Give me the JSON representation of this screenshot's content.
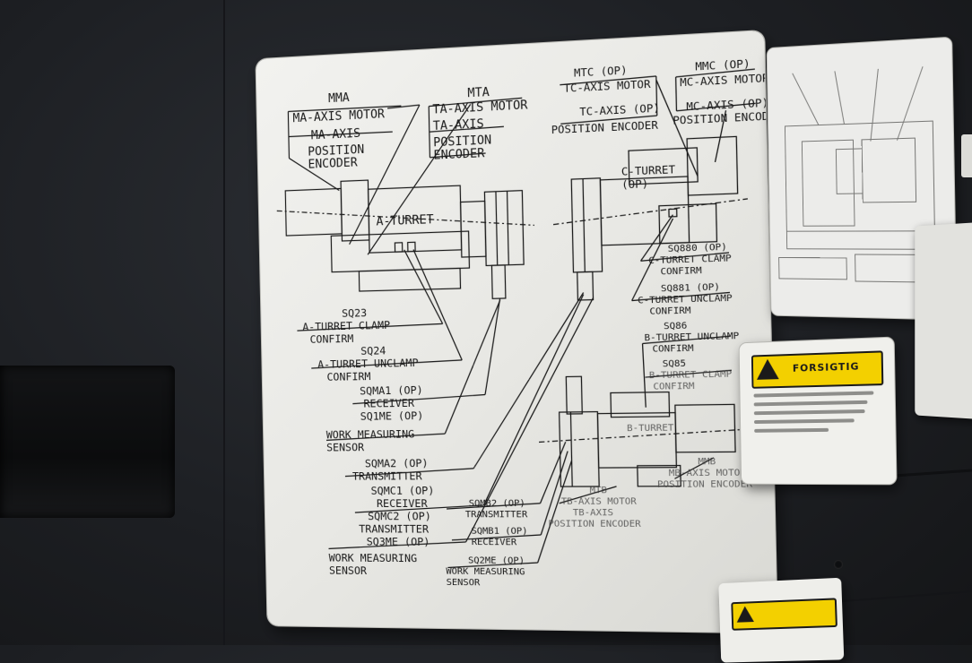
{
  "main_label": {
    "mma": "MMA",
    "ma_axis_motor": "MA-AXIS MOTOR",
    "ma_axis": "MA-AXIS",
    "ma_position": "POSITION",
    "ma_encoder": "ENCODER",
    "mta": "MTA",
    "ta_axis_motor": "TA-AXIS MOTOR",
    "ta_axis": "TA-AXIS",
    "ta_position": "POSITION",
    "ta_encoder": "ENCODER",
    "mtc": "MTC (OP)",
    "tc_axis_motor": "TC-AXIS MOTOR",
    "tc_axis": "TC-AXIS (OP)",
    "tc_position_encoder": "POSITION ENCODER",
    "mmc": "MMC (OP)",
    "mc_axis_motor": "MC-AXIS MOTOR",
    "mc_axis": "MC-AXIS (OP)",
    "mc_position_encoder": "POSITION ENCODER",
    "a_turret": "A-TURRET",
    "c_turret": "C-TURRET",
    "c_turret_op": "(OP)",
    "sq23": "SQ23",
    "a_clamp": "A-TURRET CLAMP",
    "a_clamp_confirm": "CONFIRM",
    "sq24": "SQ24",
    "a_unclamp": "A-TURRET UNCLAMP",
    "a_unclamp_confirm": "CONFIRM",
    "sqma1": "SQMA1 (OP)",
    "receiver1": "RECEIVER",
    "sq1me": "SQ1ME (OP)",
    "work_measuring1": "WORK MEASURING",
    "sensor1": "SENSOR",
    "sqma2": "SQMA2 (OP)",
    "transmitter1": "TRANSMITTER",
    "sqmc1": "SQMC1 (OP)",
    "receiver2": "RECEIVER",
    "sqmc2": "SQMC2 (OP)",
    "transmitter2": "TRANSMITTER",
    "sq3me": "SQ3ME (OP)",
    "work_measuring2": "WORK MEASURING",
    "sensor2": "SENSOR",
    "sq880": "SQ880 (OP)",
    "c_clamp": "C-TURRET CLAMP",
    "c_clamp_confirm": "CONFIRM",
    "sq881": "SQ881 (OP)",
    "c_unclamp": "C-TURRET UNCLAMP",
    "c_unclamp_confirm": "CONFIRM",
    "sq86": "SQ86",
    "b_unclamp": "B-TURRET UNCLAMP",
    "b_unclamp_confirm": "CONFIRM",
    "sq85": "SQ85",
    "b_clamp": "B-TURRET CLAMP",
    "b_clamp_confirm": "CONFIRM",
    "b_turret": "B-TURRET",
    "sqmb2": "SQMB2 (OP)",
    "transmitter3": "TRANSMITTER",
    "sqmb1": "SQMB1 (OP)",
    "receiver3": "RECEIVER",
    "sq2me": "SQ2ME (OP)",
    "work_measuring3": "WORK MEASURING",
    "sensor3": "SENSOR",
    "mtb": "MTB",
    "tb_axis_motor": "TB-AXIS MOTOR",
    "tb_axis": "TB-AXIS",
    "tb_position_encoder": "POSITION ENCODER",
    "mmb": "MMB",
    "mb_axis_motor": "MB-AXIS MOTOR",
    "mb_position_encoder": "POSITION ENCODER"
  },
  "warning_label": {
    "signal_word": "FORSIGTIG"
  },
  "colors": {
    "cabinet": "#1d1f23",
    "label": "#ececea",
    "warning_yellow": "#f3d000",
    "ink": "#1a1a1a"
  }
}
